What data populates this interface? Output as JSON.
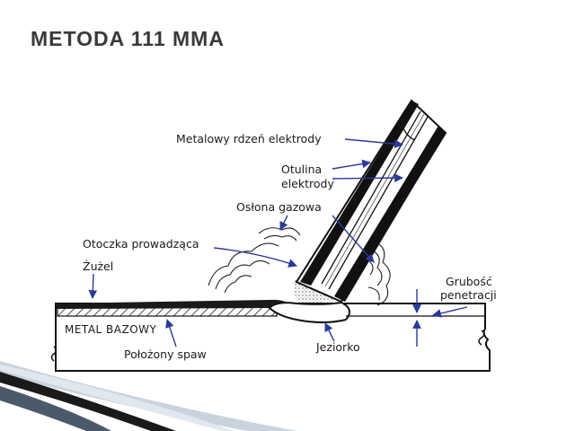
{
  "slide": {
    "title": "METODA 111 MMA"
  },
  "labels": {
    "electrode_core": "Metalowy rdzeń elektrody",
    "coating_line1": "Otulina",
    "coating_line2": "elektrody",
    "gas_shield": "Osłona gazowa",
    "guide_sheath": "Otoczka prowadząca",
    "slag": "Żużel",
    "penetration_line1": "Grubość",
    "penetration_line2": "penetracji",
    "base_metal": "METAL BAZOWY",
    "weld_bead": "Położony spaw",
    "weld_pool": "Jeziorko"
  },
  "colors": {
    "ink": "#111111",
    "title": "#3a3a3a",
    "arrow": "#2a3a9a",
    "decor_dark": "#1a1a1a",
    "decor_light": "#c9d3dd"
  }
}
